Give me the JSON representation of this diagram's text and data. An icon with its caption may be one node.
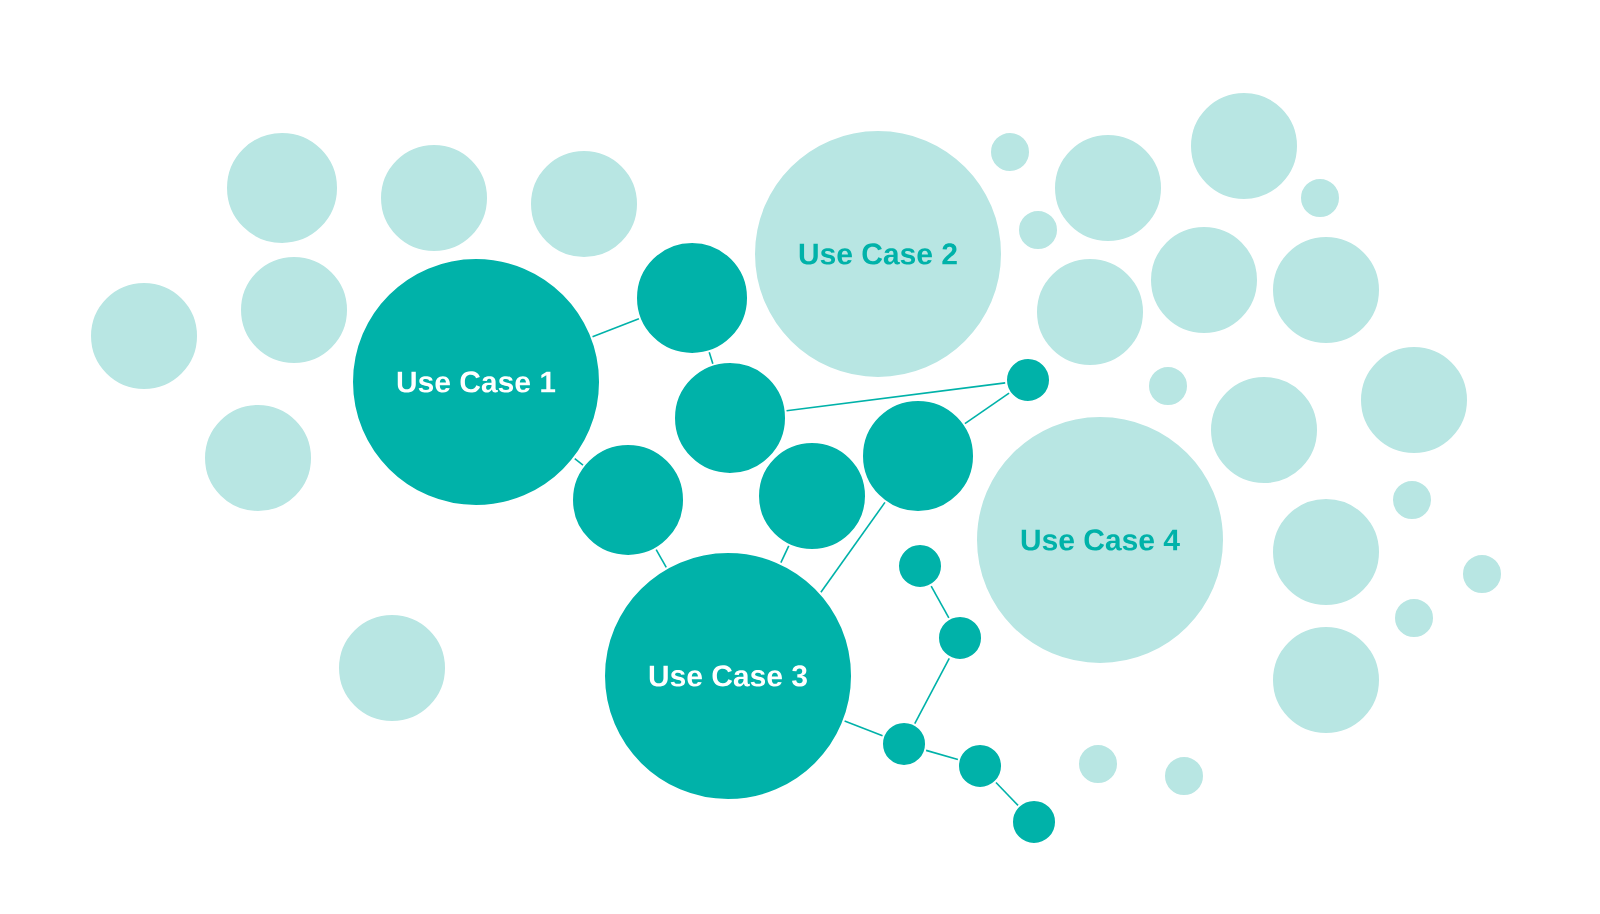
{
  "diagram": {
    "nodes": [
      {
        "text": [],
        "shape": "circle"
      },
      {
        "text": [],
        "shape": "circle"
      },
      {
        "text": [],
        "shape": "circle"
      },
      {
        "text": [],
        "shape": "circle"
      },
      {
        "text": [],
        "shape": "circle"
      },
      {
        "text": [],
        "shape": "circle"
      },
      {
        "text": [],
        "shape": "circle"
      },
      {
        "text": [
          "Use Case 1"
        ]
      },
      {
        "text": [],
        "shape": "circle"
      },
      {
        "text": [],
        "shape": "circle"
      },
      {
        "text": [],
        "shape": "circle"
      },
      {
        "text": [],
        "shape": "circle"
      },
      {
        "text": [],
        "shape": "circle"
      },
      {
        "text": [],
        "shape": "circle"
      },
      {
        "text": [
          "Use Case 3"
        ]
      },
      {
        "text": [],
        "shape": "circle"
      },
      {
        "text": [],
        "shape": "circle"
      },
      {
        "text": [],
        "shape": "circle"
      },
      {
        "text": [],
        "shape": "circle"
      },
      {
        "text": [],
        "shape": "circle"
      },
      {
        "text": [
          "Use Case 2"
        ]
      },
      {
        "text": [],
        "shape": "circle"
      },
      {
        "text": [],
        "shape": "circle"
      },
      {
        "text": [],
        "shape": "circle"
      },
      {
        "text": [],
        "shape": "circle"
      },
      {
        "text": [],
        "shape": "circle"
      },
      {
        "text": [],
        "shape": "circle"
      },
      {
        "text": [],
        "shape": "circle"
      },
      {
        "text": [],
        "shape": "circle"
      },
      {
        "text": [],
        "shape": "circle"
      },
      {
        "text": [
          "Use Case 4"
        ]
      },
      {
        "text": [],
        "shape": "circle"
      },
      {
        "text": [],
        "shape": "circle"
      },
      {
        "text": [],
        "shape": "circle"
      },
      {
        "text": [],
        "shape": "circle"
      },
      {
        "text": [],
        "shape": "circle"
      },
      {
        "text": [],
        "shape": "circle"
      },
      {
        "text": [],
        "shape": "circle"
      },
      {
        "text": [],
        "shape": "circle"
      },
      {
        "text": [],
        "shape": "circle"
      }
    ],
    "edges": [
      {
        "from": 7,
        "to": 8,
        "arrow": "none"
      },
      {
        "from": 8,
        "to": 9,
        "arrow": "none"
      },
      {
        "from": 9,
        "to": 13,
        "arrow": "none"
      },
      {
        "from": 12,
        "to": 13,
        "arrow": "none"
      },
      {
        "from": 7,
        "to": 10,
        "arrow": "none"
      },
      {
        "from": 10,
        "to": 14,
        "arrow": "none"
      },
      {
        "from": 11,
        "to": 14,
        "arrow": "none"
      },
      {
        "from": 12,
        "to": 14,
        "arrow": "none"
      },
      {
        "from": 15,
        "to": 16,
        "arrow": "none"
      },
      {
        "from": 16,
        "to": 17,
        "arrow": "none"
      },
      {
        "from": 14,
        "to": 17,
        "arrow": "none"
      },
      {
        "from": 17,
        "to": 18,
        "arrow": "none"
      },
      {
        "from": 18,
        "to": 19,
        "arrow": "none"
      }
    ]
  }
}
